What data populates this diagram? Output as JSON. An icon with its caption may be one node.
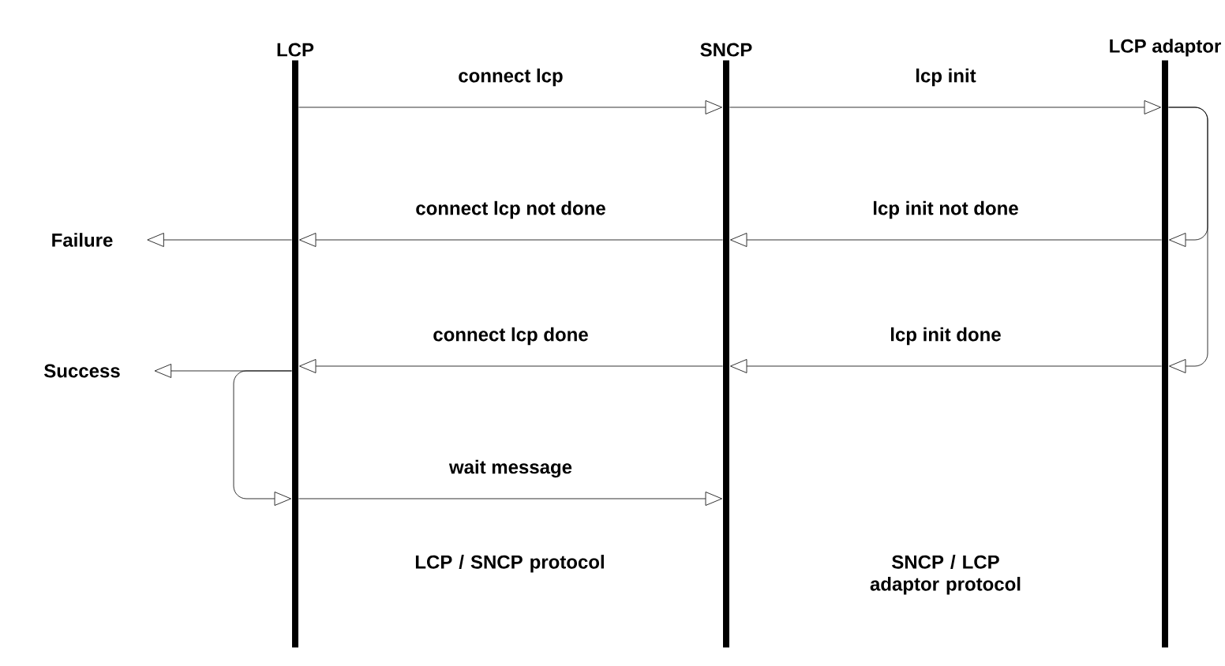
{
  "diagram": {
    "nodes": [
      {
        "text": [
          "LCP"
        ]
      },
      {
        "text": [
          "SNCP"
        ]
      },
      {
        "text": [
          "LCP adaptor"
        ]
      },
      {
        "text": [
          "Failure"
        ]
      },
      {
        "text": [
          "Success"
        ]
      }
    ],
    "edges": [
      {
        "from": 0,
        "to": 1,
        "arrow": "to",
        "label": "connect lcp"
      },
      {
        "from": 1,
        "to": 2,
        "arrow": "to",
        "label": "lcp init"
      },
      {
        "from": 2,
        "to": 2,
        "arrow": "to"
      },
      {
        "from": 2,
        "to": 2,
        "arrow": "to"
      },
      {
        "from": 2,
        "to": 1,
        "arrow": "to",
        "label": "lcp init not done"
      },
      {
        "from": 1,
        "to": 0,
        "arrow": "to",
        "label": "connect lcp not done"
      },
      {
        "from": 0,
        "to": 3,
        "arrow": "to"
      },
      {
        "from": 2,
        "to": 1,
        "arrow": "to",
        "label": "lcp init done"
      },
      {
        "from": 1,
        "to": 0,
        "arrow": "to",
        "label": "connect lcp done"
      },
      {
        "from": 0,
        "to": 4,
        "arrow": "to"
      },
      {
        "from": 0,
        "to": 0,
        "arrow": "to"
      },
      {
        "from": 0,
        "to": 1,
        "arrow": "to",
        "label": "wait message"
      }
    ],
    "labels": [
      "LCP / SNCP protocol",
      "SNCP / LCP adaptor protocol"
    ]
  }
}
